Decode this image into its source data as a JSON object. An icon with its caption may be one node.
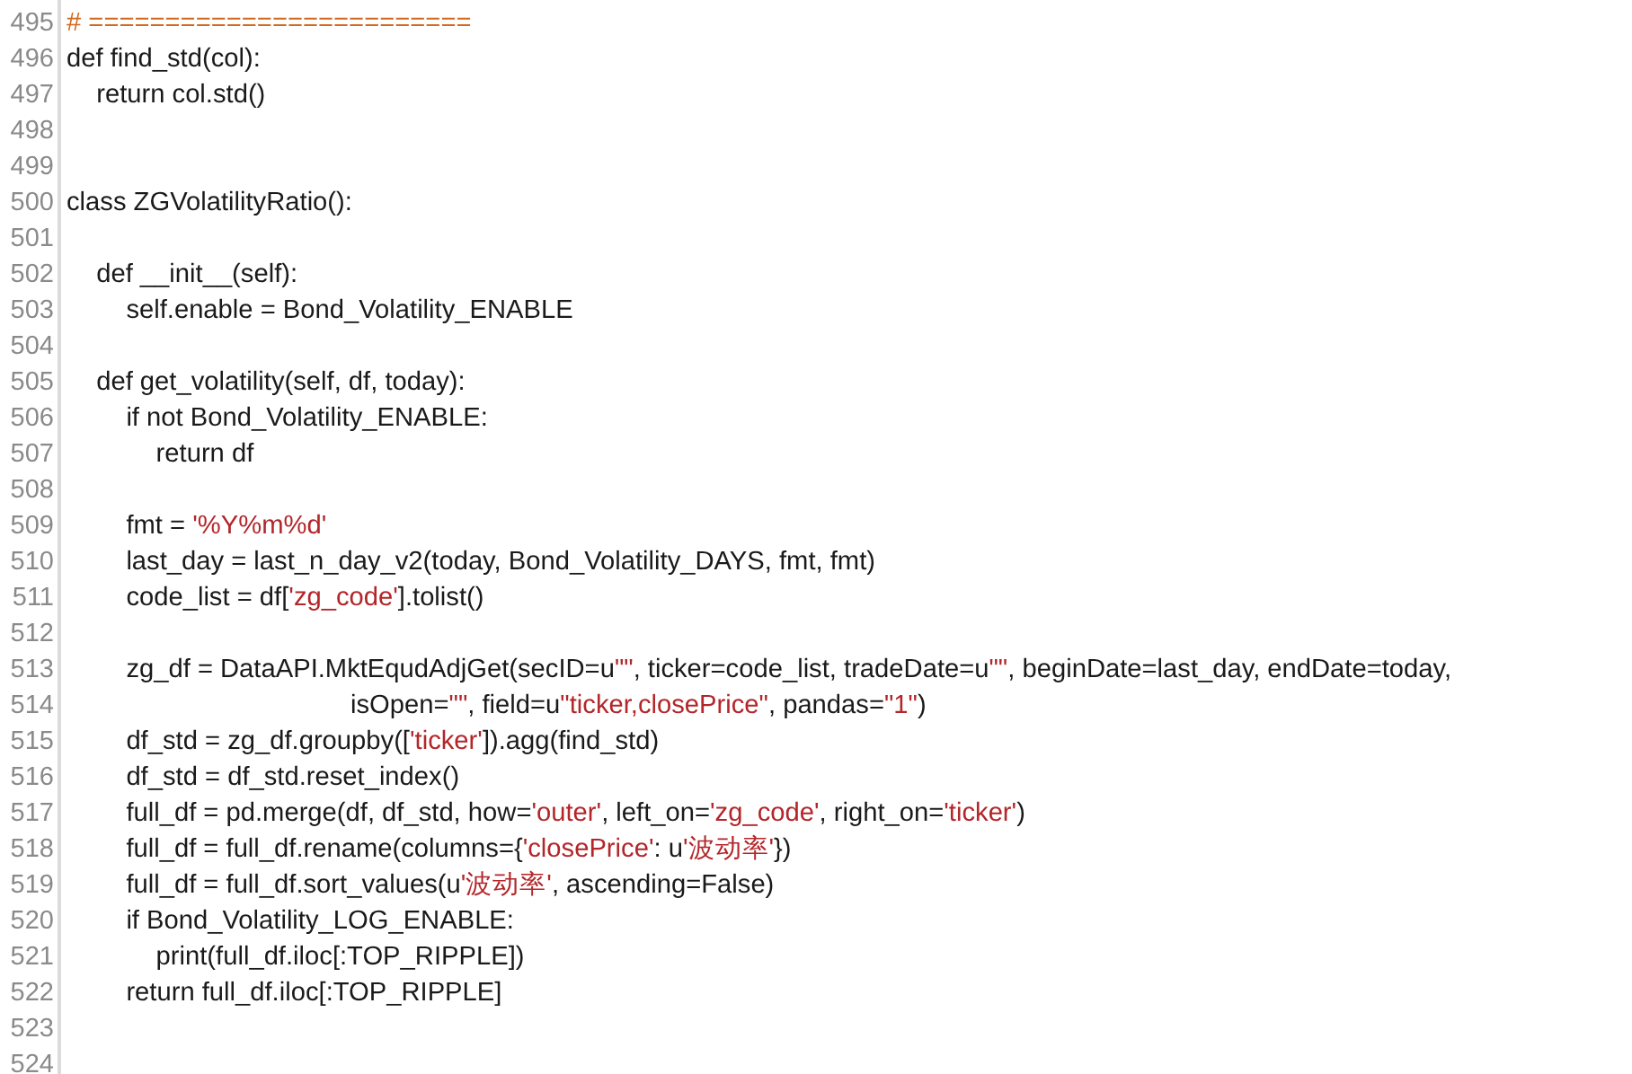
{
  "diagram": {
    "labels": [
      "495",
      "# =========================",
      "496",
      "def find_std(col):",
      "497",
      "return col.std()",
      "498",
      "499",
      "500",
      "class ZGVolatilityRatio():",
      "501",
      "502",
      "def __init__(self):",
      "503",
      "self.enable = Bond_Volatility_ENABLE",
      "504",
      "505",
      "def get_volatility(self, df, today):",
      "506",
      "if not Bond_Volatility_ENABLE:",
      "507",
      "return df",
      "508",
      "509",
      "fmt = '%Y%m%d'",
      "510",
      "last_day = last_n_day_v2(today, Bond_Volatility_DAYS, fmt, fmt)",
      "511",
      "code_list = df['zg_code'].tolist()",
      "512",
      "513",
      "zg_df = DataAPI.MktEqudAdjGet(secID=u\"\", ticker=code_list, tradeDate=u\"\", beginDate=last_day, endDate=today,",
      "514",
      "isOpen=\"\", field=u\"ticker,closePrice\", pandas=\"1\")",
      "515",
      "df_std = zg_df.groupby(['ticker']).agg(find_std)",
      "516",
      "df_std = df_std.reset_index()",
      "517",
      "full_df = pd.merge(df, df_std, how='outer', left_on='zg_code', right_on='ticker')",
      "518",
      "full_df = full_df.rename(columns={'closePrice': u'波动率'})",
      "519",
      "full_df = full_df.sort_values(u'波动率', ascending=False)",
      "520",
      "if Bond_Volatility_LOG_ENABLE:",
      "521",
      "print(full_df.iloc[:TOP_RIPPLE])",
      "522",
      "return full_df.iloc[:TOP_RIPPLE]",
      "523",
      "524"
    ]
  }
}
